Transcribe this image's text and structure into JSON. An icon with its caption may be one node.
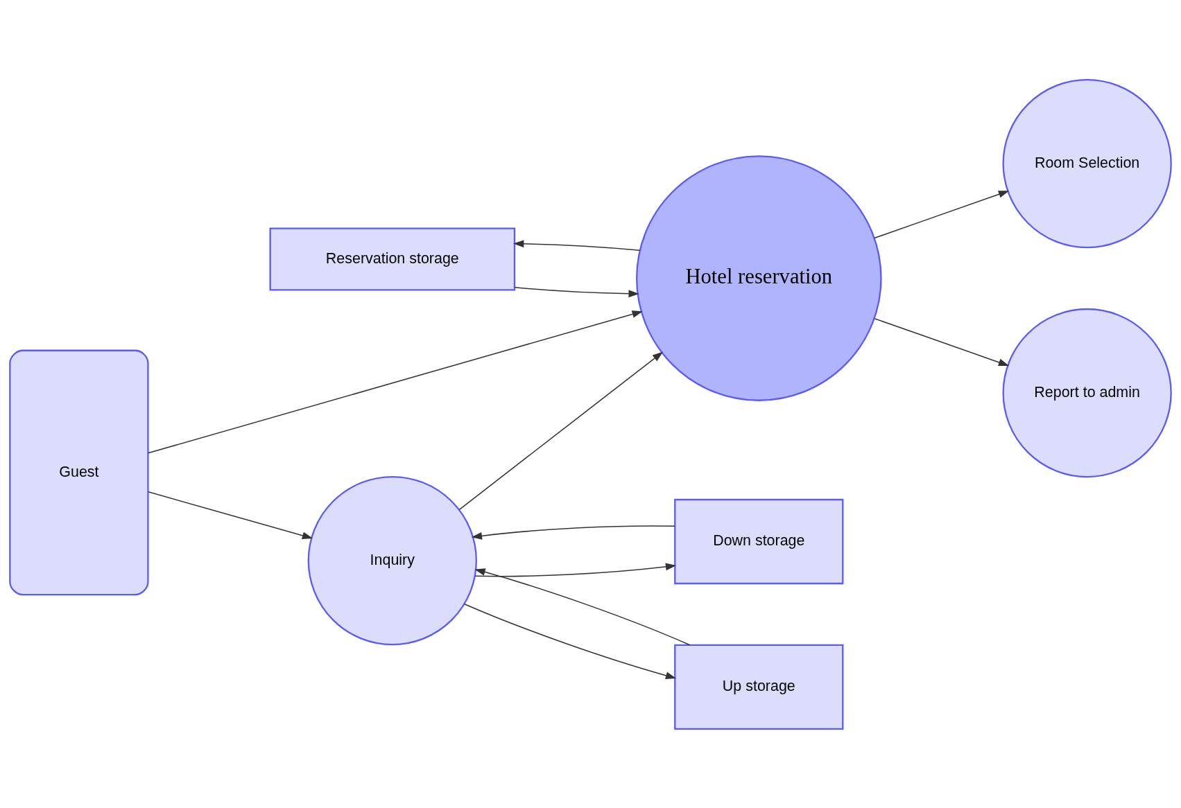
{
  "diagram": {
    "nodes": [
      {
        "text": [
          "Reservation storage"
        ]
      },
      {
        "text": [
          "Room Selection"
        ]
      },
      {
        "text": [
          "Guest"
        ]
      },
      {
        "text": [
          "Hotel reservation"
        ]
      },
      {
        "text": [
          "Report to admin"
        ]
      },
      {
        "text": [
          "Inquiry"
        ]
      },
      {
        "text": [
          "Down storage"
        ]
      },
      {
        "text": [
          "Up storage"
        ]
      }
    ],
    "edges": [
      {
        "from": 3,
        "to": 0,
        "arrow": "to"
      },
      {
        "from": 0,
        "to": 3,
        "arrow": "to"
      },
      {
        "from": 3,
        "to": 1,
        "arrow": "to"
      },
      {
        "from": 2,
        "to": 3,
        "arrow": "to"
      },
      {
        "from": 2,
        "to": 5,
        "arrow": "to"
      },
      {
        "from": 3,
        "to": 4,
        "arrow": "to"
      },
      {
        "from": 5,
        "to": 3,
        "arrow": "to"
      },
      {
        "from": 6,
        "to": 5,
        "arrow": "to"
      },
      {
        "from": 5,
        "to": 6,
        "arrow": "to"
      },
      {
        "from": 5,
        "to": 7,
        "arrow": "to"
      },
      {
        "from": 7,
        "to": 5,
        "arrow": "to"
      }
    ]
  }
}
